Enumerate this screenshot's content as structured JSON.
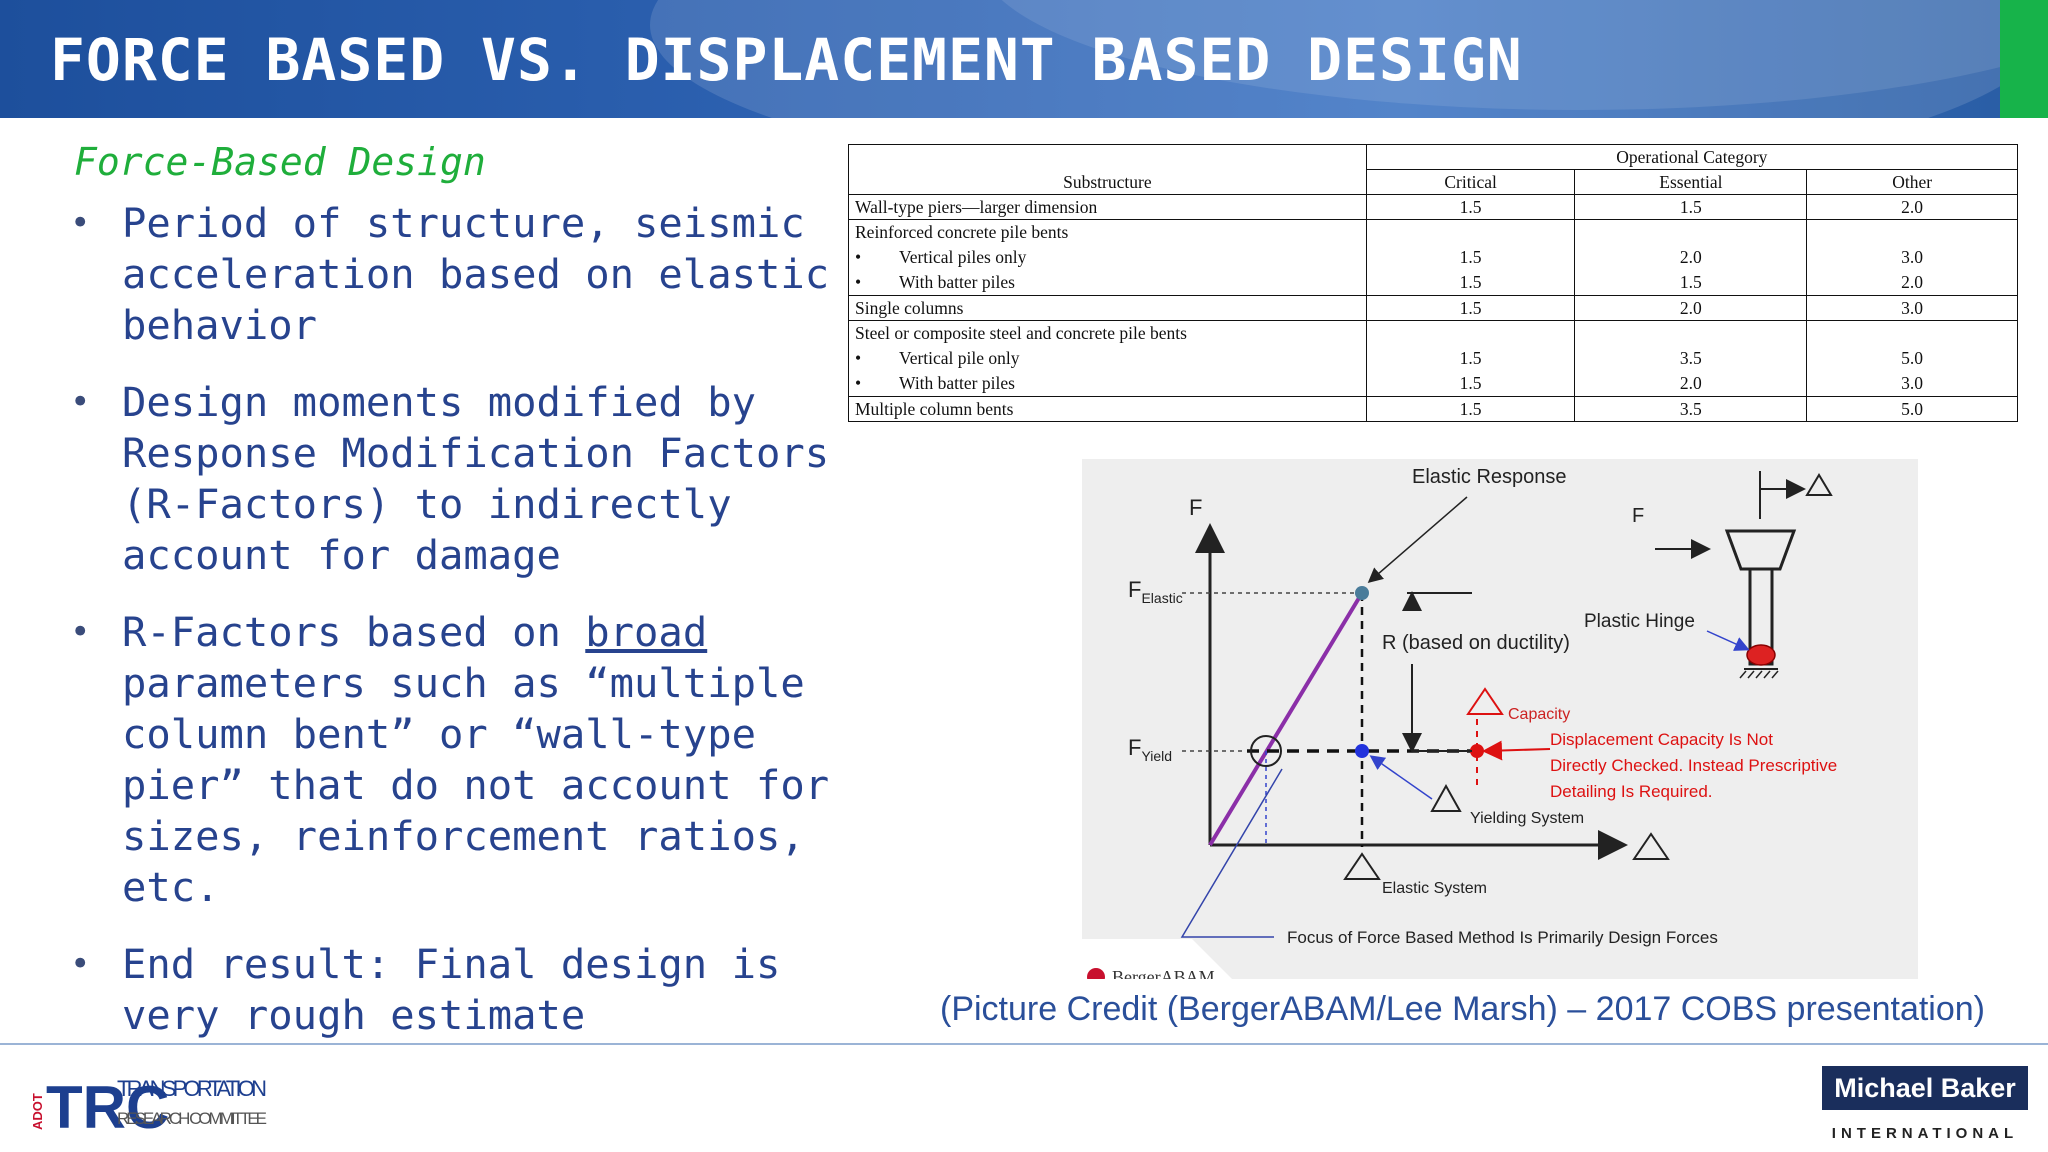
{
  "slide": {
    "title": "FORCE BASED VS. DISPLACEMENT BASED DESIGN",
    "subheading": "Force-Based Design",
    "bullets": [
      {
        "text": "Period of structure, seismic acceleration based on elastic behavior"
      },
      {
        "text": "Design moments modified by Response Modification Factors (R-Factors) to indirectly account for damage"
      },
      {
        "pre": "R-Factors based on ",
        "underlined": "broad",
        "post": " parameters such as “multiple column bent” or “wall-type pier” that do not account for sizes, reinforcement ratios, etc."
      },
      {
        "text": "End result:  Final design is very rough estimate"
      }
    ],
    "credit": "(Picture Credit (BergerABAM/Lee Marsh) – 2017 COBS presentation)",
    "colors": {
      "header_blue": "#2f64b4",
      "accent_green": "#17b34a",
      "text_blue": "#27438e",
      "subhead_green": "#1fae3b"
    }
  },
  "table": {
    "group_header": "Operational Category",
    "headers": {
      "substructure": "Substructure",
      "critical": "Critical",
      "essential": "Essential",
      "other": "Other"
    },
    "row_wall": {
      "label": "Wall-type piers—larger dimension",
      "critical": "1.5",
      "essential": "1.5",
      "other": "2.0"
    },
    "row_rc": {
      "label": "Reinforced concrete pile bents",
      "sub1": {
        "label": "Vertical piles only",
        "critical": "1.5",
        "essential": "2.0",
        "other": "3.0"
      },
      "sub2": {
        "label": "With batter piles",
        "critical": "1.5",
        "essential": "1.5",
        "other": "2.0"
      }
    },
    "row_single": {
      "label": "Single columns",
      "critical": "1.5",
      "essential": "2.0",
      "other": "3.0"
    },
    "row_steel": {
      "label": "Steel or composite steel and concrete pile bents",
      "sub1": {
        "label": "Vertical pile only",
        "critical": "1.5",
        "essential": "3.5",
        "other": "5.0"
      },
      "sub2": {
        "label": "With batter piles",
        "critical": "1.5",
        "essential": "2.0",
        "other": "3.0"
      }
    },
    "row_multi": {
      "label": "Multiple column bents",
      "critical": "1.5",
      "essential": "3.5",
      "other": "5.0"
    }
  },
  "diagram": {
    "elastic_response": "Elastic Response",
    "axis_f": "F",
    "f_label": "F",
    "f_elastic_main": "F",
    "f_elastic_sub": "Elastic",
    "f_yield_main": "F",
    "f_yield_sub": "Yield",
    "plastic_hinge": "Plastic Hinge",
    "r_label": "R (based on ductility)",
    "capacity": "Capacity",
    "disp_note_1": "Displacement Capacity Is Not",
    "disp_note_2": "Directly Checked. Instead Prescriptive",
    "disp_note_3": "Detailing Is Required.",
    "yielding_system": "Yielding System",
    "elastic_system": "Elastic System",
    "focus_note": "Focus of Force Based Method Is Primarily Design Forces",
    "logo": "BergerABAM"
  },
  "logos": {
    "trc_side": "ADOT",
    "trc_letters": "TRC",
    "trc_line1": "TRANSPORTATION",
    "trc_line2": "RESEARCH COMMITTEE",
    "mb_line1": "Michael Baker",
    "mb_line2": "INTERNATIONAL"
  }
}
